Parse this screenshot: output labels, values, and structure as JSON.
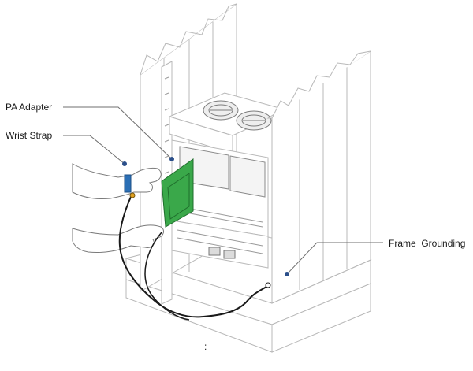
{
  "callouts": {
    "pa_adapter": "PA Adapter",
    "wrist_strap": "Wrist Strap",
    "frame_grounding": "Frame  Grounding"
  },
  "footnote": ":",
  "colors": {
    "pa_board": "#3aa84a",
    "pa_board_edge": "#1f6e2c",
    "wrist_band": "#2b6fb5",
    "cable": "#1a1a1a",
    "leader_dot": "#2b4f8a",
    "cabinet_line": "#b8b8b8"
  },
  "icons": {
    "cabinet": "cabinet-illustration",
    "fan": "fan-icon",
    "hand": "gloved-hand-icon",
    "wire": "grounding-wire"
  }
}
